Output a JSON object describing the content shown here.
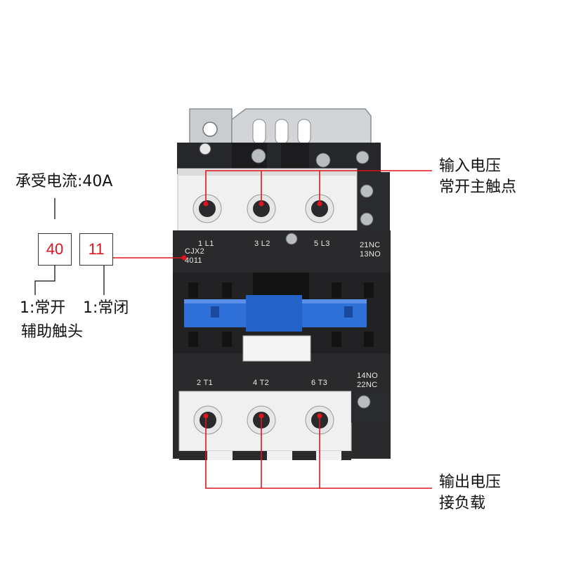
{
  "callouts": {
    "input_voltage": "输入电压",
    "main_contacts": "常开主触点",
    "output_voltage": "输出电压",
    "load_connection": "接负载"
  },
  "left_info": {
    "rated_current": "承受电流:40A",
    "current_code": "40",
    "aux_code": "11",
    "aux_no": "1:常开",
    "aux_nc": "1:常闭",
    "aux_contacts": "辅助触头"
  },
  "device": {
    "terminal_top_1": "1 L1",
    "terminal_top_2": "3 L2",
    "terminal_top_3": "5 L3",
    "model_line1": "CJX2",
    "model_line2": "4011",
    "aux_top_1": "21NC",
    "aux_top_2": "13NO",
    "terminal_bottom_1": "2 T1",
    "terminal_bottom_2": "4 T2",
    "terminal_bottom_3": "6 T3",
    "aux_bottom_1": "14NO",
    "aux_bottom_2": "22NC"
  },
  "colors": {
    "accent_red": "#e0141e",
    "body": "#2a2a2c",
    "armature_blue": "#2e6fd8",
    "terminal_block": "#f2f2f2"
  }
}
